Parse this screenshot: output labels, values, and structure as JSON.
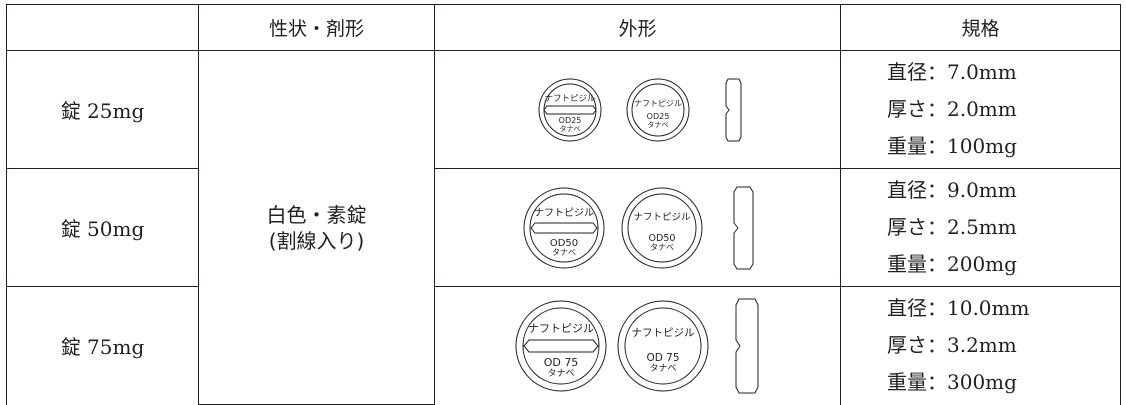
{
  "header": {
    "corner": "",
    "property": "性状・剤形",
    "appearance": "外形",
    "spec": "規格"
  },
  "property": {
    "line1": "白色・素錠",
    "line2": "(割線入り)"
  },
  "rows": [
    {
      "label": "錠 25mg",
      "diameter": "直径：7.0mm",
      "thickness": "厚さ：2.0mm",
      "weight": "重量：100mg",
      "front_text": "ナフトピジル",
      "code_line1": "OD25",
      "code_line2": "タナベ"
    },
    {
      "label": "錠 50mg",
      "diameter": "直径：9.0mm",
      "thickness": "厚さ：2.5mm",
      "weight": "重量：200mg",
      "front_text": "ナフトピジル",
      "code_line1": "OD50",
      "code_line2": "タナベ"
    },
    {
      "label": "錠 75mg",
      "diameter": "直径：10.0mm",
      "thickness": "厚さ：3.2mm",
      "weight": "重量：300mg",
      "front_text": "ナフトピジル",
      "code_line1": "OD 75",
      "code_line2": "タナベ"
    }
  ],
  "colors": {
    "line": "#231f20",
    "background": "#ffffff"
  }
}
